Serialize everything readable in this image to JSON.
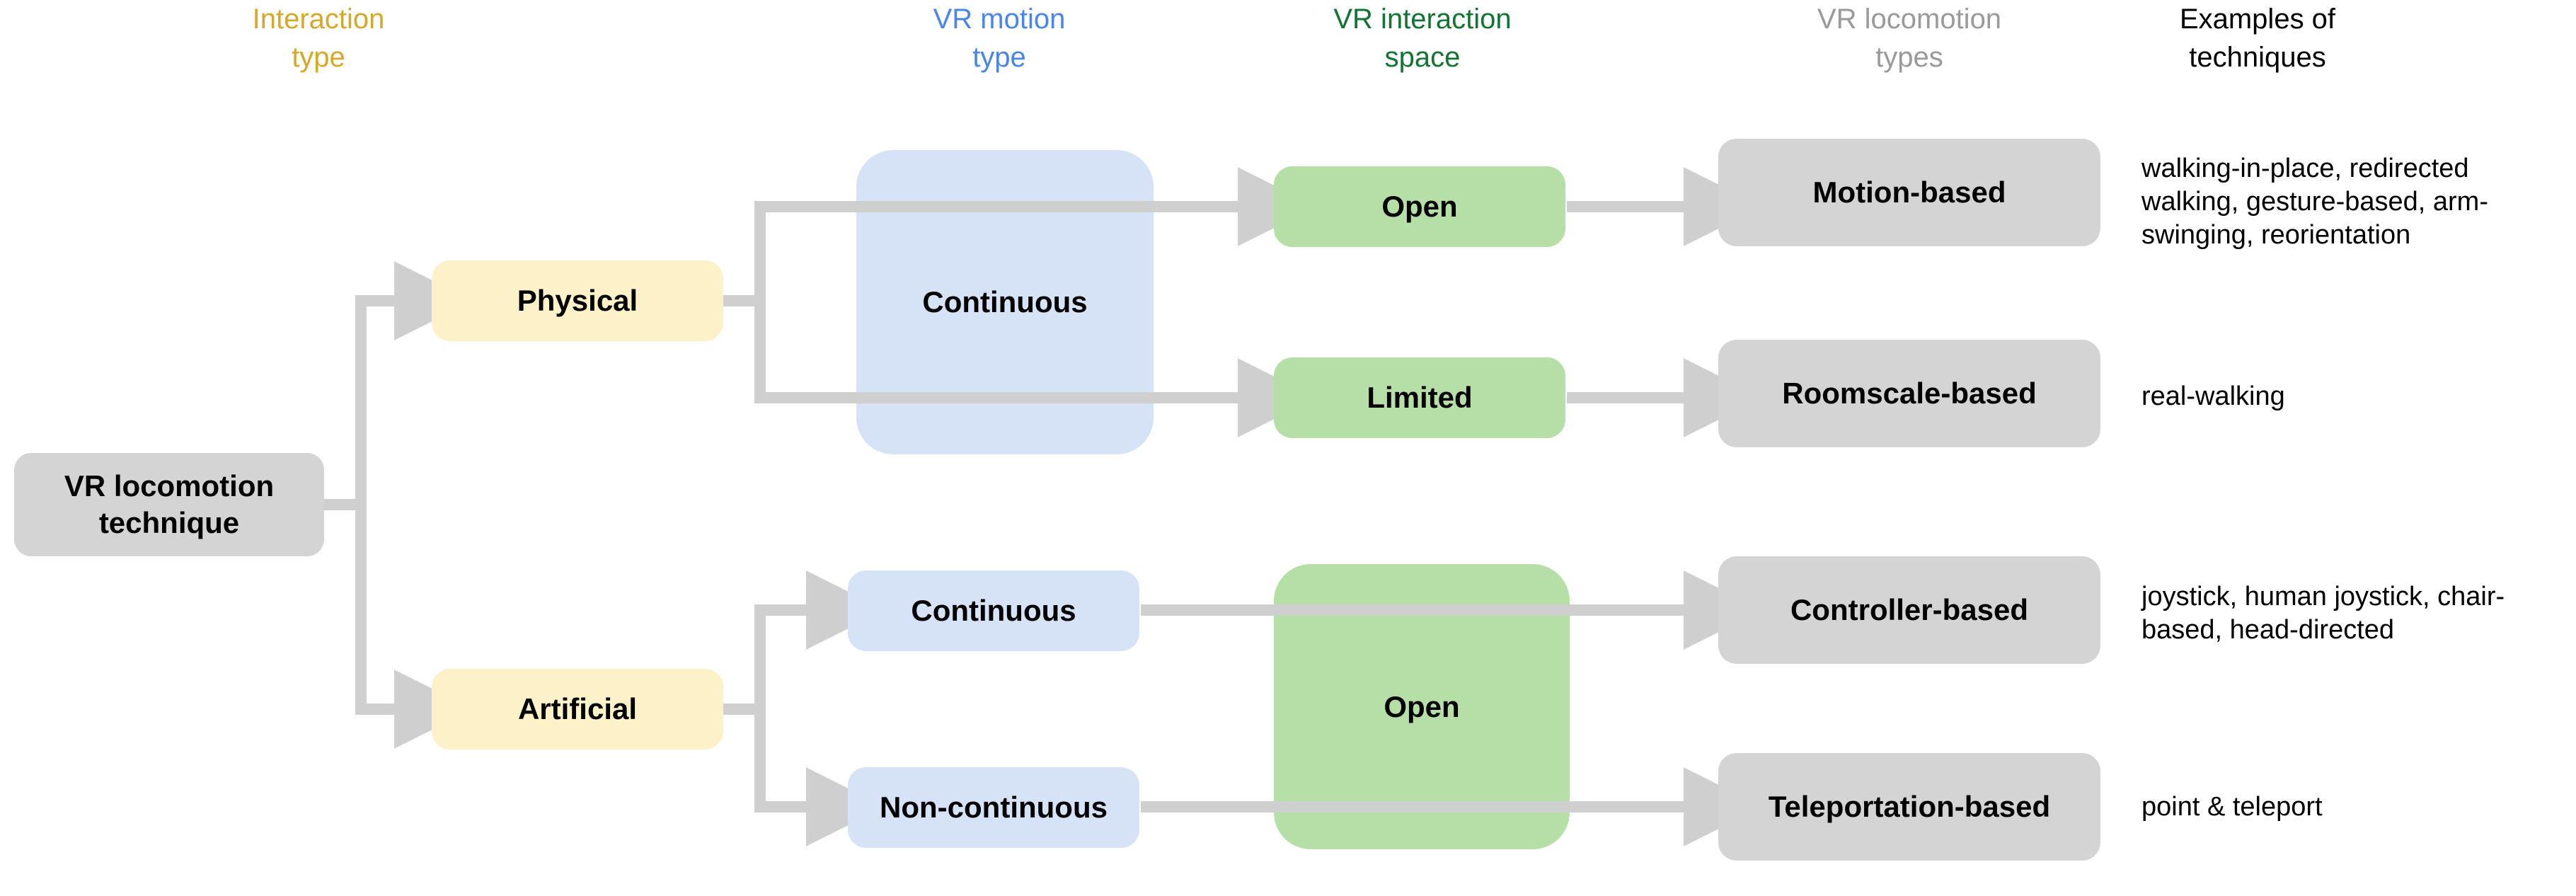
{
  "diagram": {
    "title": "VR locomotion technique taxonomy",
    "colors": {
      "grey_node": "#D4D4D4",
      "yellow_node": "#FCF1C7",
      "blue_node": "#D6E2F5",
      "green_node": "#B6DFA7",
      "connector": "#CFCFCF",
      "header_interaction": "#D4A82B",
      "header_motion": "#4A86E8",
      "header_space": "#137333",
      "header_locomotion": "#9A9A9A",
      "header_examples": "#000000",
      "text": "#000000",
      "background": "#FFFFFF"
    },
    "headers": [
      {
        "id": "interaction-type",
        "label": "Interaction\ntype",
        "color": "#D4A82B"
      },
      {
        "id": "vr-motion-type",
        "label": "VR motion\ntype",
        "color": "#4A86E8"
      },
      {
        "id": "vr-interaction-space",
        "label": "VR interaction\nspace",
        "color": "#137333"
      },
      {
        "id": "vr-locomotion-types",
        "label": "VR locomotion\ntypes",
        "color": "#9A9A9A"
      },
      {
        "id": "examples-of-techniques",
        "label": "Examples of\ntechniques",
        "color": "#000000"
      }
    ],
    "root": {
      "id": "vr-locomotion-technique",
      "label": "VR locomotion\ntechnique"
    },
    "interaction_types": [
      {
        "id": "physical",
        "label": "Physical"
      },
      {
        "id": "artificial",
        "label": "Artificial"
      }
    ],
    "motion_types": [
      {
        "id": "continuous-physical",
        "label": "Continuous"
      },
      {
        "id": "continuous-artificial",
        "label": "Continuous"
      },
      {
        "id": "non-continuous",
        "label": "Non-continuous"
      }
    ],
    "interaction_spaces": [
      {
        "id": "open-physical",
        "label": "Open"
      },
      {
        "id": "limited-physical",
        "label": "Limited"
      },
      {
        "id": "open-artificial",
        "label": "Open"
      }
    ],
    "locomotion_types": [
      {
        "id": "motion-based",
        "label": "Motion-based"
      },
      {
        "id": "roomscale-based",
        "label": "Roomscale-based"
      },
      {
        "id": "controller-based",
        "label": "Controller-based"
      },
      {
        "id": "teleportation-based",
        "label": "Teleportation-based"
      }
    ],
    "examples": [
      {
        "id": "examples-motion-based",
        "text": "walking-in-place, redirected\nwalking, gesture-based, arm-\nswinging, reorientation"
      },
      {
        "id": "examples-roomscale-based",
        "text": "real-walking"
      },
      {
        "id": "examples-controller-based",
        "text": "joystick, human joystick, chair-\nbased, head-directed"
      },
      {
        "id": "examples-teleportation-based",
        "text": "point & teleport"
      }
    ]
  }
}
